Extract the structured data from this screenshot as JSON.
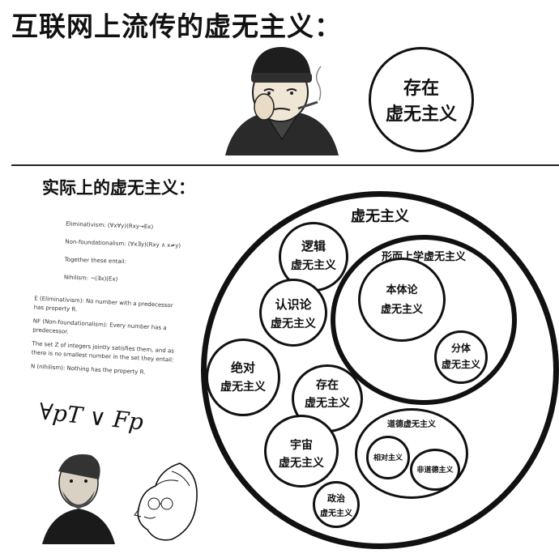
{
  "header": {
    "title": "互联网上流传的虚无主义："
  },
  "top_bubble": {
    "line1": "存在",
    "line2": "虚无主义"
  },
  "section": {
    "title": "实际上的虚无主义："
  },
  "logic_notes": {
    "lines": [
      "Eliminativism: (∀x∀y)(Rxy→Ex)",
      "Non-foundationalism: (∀x∃y)(Rxy ∧ x≠y)",
      "Together these entail:",
      "Nihilism: ¬(∃x)(Ex)"
    ],
    "definitions": [
      "E (Eliminativism): No number with a predecessor",
      "has property R.",
      "NF (Non-foundationalism): Every number has a",
      "predecessor.",
      "The set Z of integers jointly satisfies them, and as",
      "there is no smallest number in the set they entail:",
      "N (nihilism): Nothing has the property R."
    ],
    "formula": "∀pT ∨ Fp"
  },
  "venn": {
    "outer_label": "虚无主义",
    "logic": {
      "line1": "逻辑",
      "line2": "虚无主义"
    },
    "epistemology": {
      "line1": "认识论",
      "line2": "虚无主义"
    },
    "absolute": {
      "line1": "绝对",
      "line2": "虚无主义"
    },
    "existence": {
      "line1": "存在",
      "line2": "虚无主义"
    },
    "cosmic": {
      "line1": "宇宙",
      "line2": "虚无主义"
    },
    "political": {
      "line1": "政治",
      "line2": "虚无主义"
    },
    "metaphysical": {
      "label": "形而上学虚无主义",
      "ontology": {
        "line1": "本体论",
        "line2": "虚无主义"
      },
      "mereology": {
        "line1": "分体",
        "line2": "虚无主义"
      }
    },
    "moral": {
      "label": "道德虚无主义",
      "relative": "相对主义",
      "amoral": "非道德主义"
    }
  }
}
